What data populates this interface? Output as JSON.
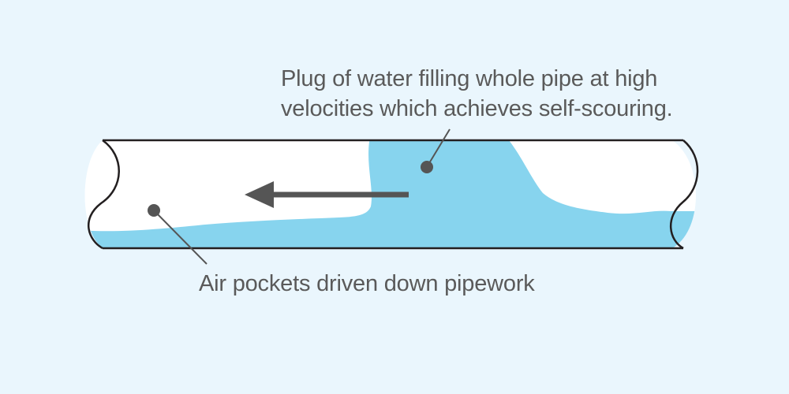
{
  "diagram": {
    "plug_label": {
      "line1": "Plug of water filling whole pipe at high",
      "line2": "velocities which achieves self-scouring."
    },
    "air_label": "Air pockets driven down pipework"
  },
  "colors": {
    "background": "#eaf6fd",
    "pipe_interior": "#ffffff",
    "water": "#87d4ee",
    "outline": "#231f20",
    "text": "#5a5a5a",
    "arrow": "#555555",
    "dot": "#555555"
  },
  "flow_direction": "left"
}
